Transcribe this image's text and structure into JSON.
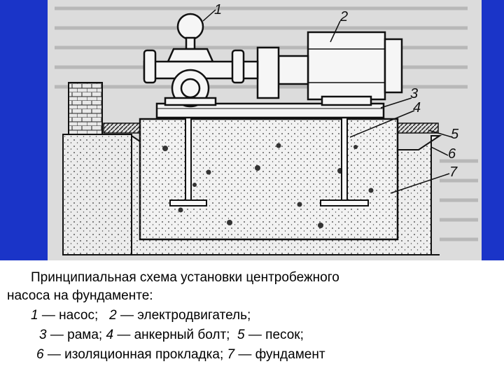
{
  "figure": {
    "callouts": [
      "1",
      "2",
      "3",
      "4",
      "5",
      "6",
      "7"
    ]
  },
  "caption": {
    "title_line1": "Принципиальная схема  установки центробежного",
    "title_line2": "насоса на фундаменте:",
    "legend": [
      {
        "num": "1",
        "text": " — насос;"
      },
      {
        "num": "2",
        "text": " — электродвигатель;"
      },
      {
        "num": "3",
        "text": " — рама;"
      },
      {
        "num": "4",
        "text": " — анкерный   болт;"
      },
      {
        "num": "5",
        "text": " — песок;"
      },
      {
        "num": "6",
        "text": " — изоляционная прокладка;"
      },
      {
        "num": "7",
        "text": " — фундамент"
      }
    ]
  },
  "colors": {
    "slide_background": "#1a34c8",
    "figure_background": "#dcdcdc",
    "caption_background": "#ffffff"
  }
}
